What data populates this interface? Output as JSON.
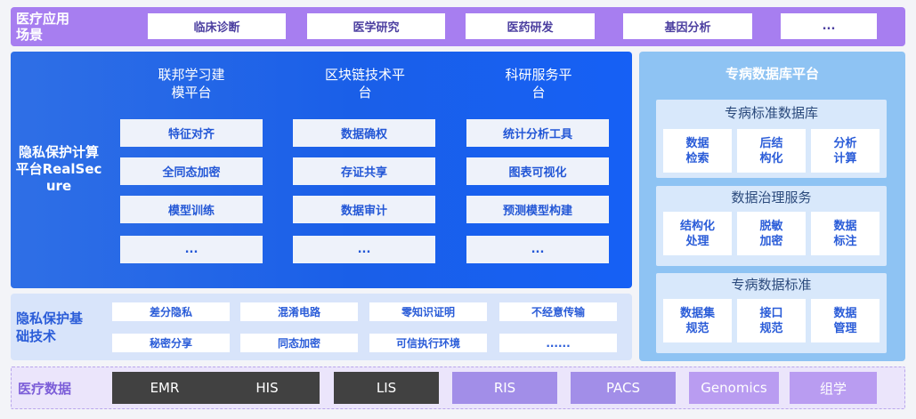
{
  "applications": {
    "title": "医疗应用场景",
    "items": [
      "临床诊断",
      "医学研究",
      "医药研发",
      "基因分析",
      "..."
    ]
  },
  "privacy_compute": {
    "title": "隐私保护计算平台RealSecure",
    "columns": [
      {
        "heading": "联邦学习建模平台",
        "items": [
          "特征对齐",
          "全同态加密",
          "模型训练",
          "..."
        ]
      },
      {
        "heading": "区块链技术平台",
        "items": [
          "数据确权",
          "存证共享",
          "数据审计",
          "..."
        ]
      },
      {
        "heading": "科研服务平台",
        "items": [
          "统计分析工具",
          "图表可视化",
          "预测模型构建",
          "..."
        ]
      }
    ]
  },
  "basic_tech": {
    "title": "隐私保护基础技术",
    "items": [
      "差分隐私",
      "混淆电路",
      "零知识证明",
      "不经意传输",
      "秘密分享",
      "同态加密",
      "可信执行环境",
      "......"
    ]
  },
  "disease_db": {
    "title": "专病数据库平台",
    "sections": [
      {
        "heading": "专病标准数据库",
        "items": [
          "数据检索",
          "后结构化",
          "分析计算"
        ]
      },
      {
        "heading": "数据治理服务",
        "items": [
          "结构化处理",
          "脱敏加密",
          "数据标注"
        ]
      },
      {
        "heading": "专病数据标准",
        "items": [
          "数据集规范",
          "接口规范",
          "数据管理"
        ]
      }
    ]
  },
  "medical_data": {
    "title": "医疗数据",
    "items": [
      "EMR",
      "HIS",
      "LIS",
      "RIS",
      "PACS",
      "Genomics",
      "组学"
    ]
  }
}
